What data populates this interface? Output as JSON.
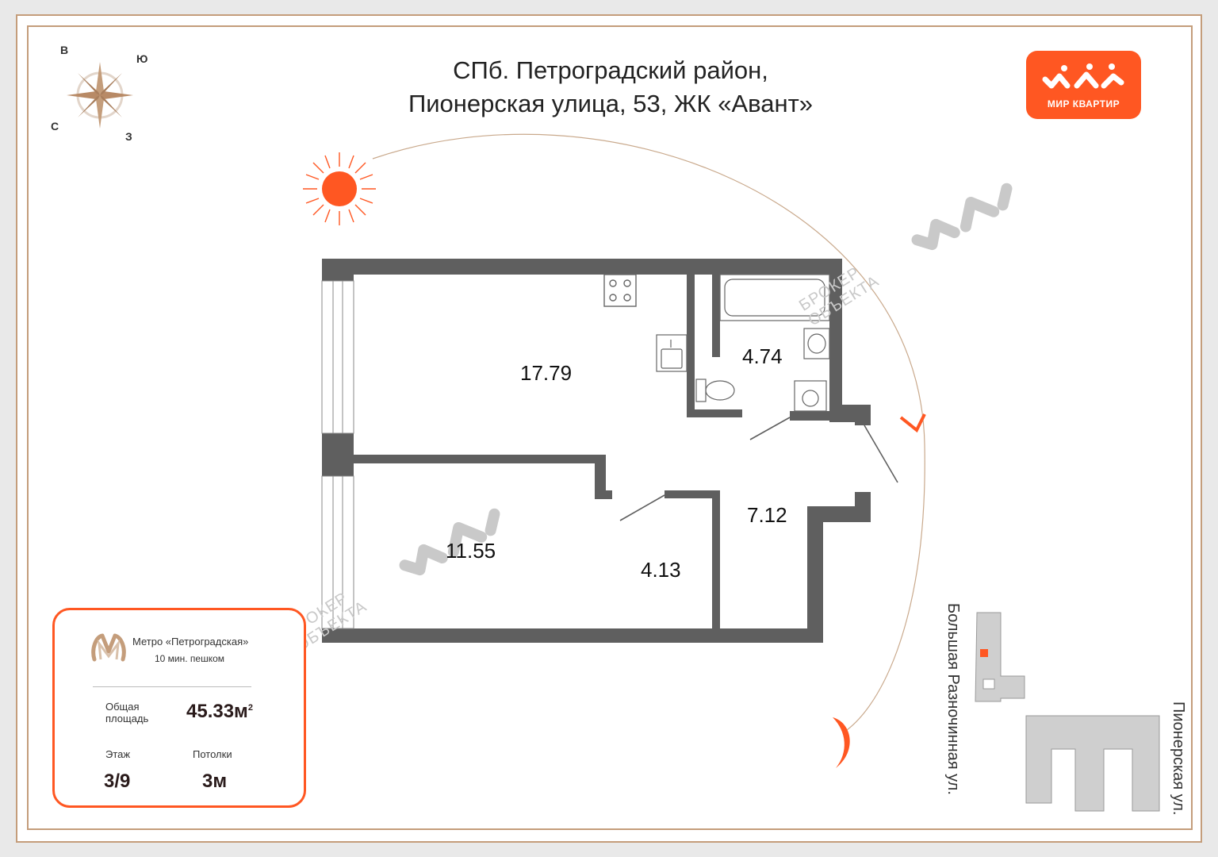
{
  "header": {
    "title_line1": "СПб. Петроградский район,",
    "title_line2": "Пионерская улица, 53, ЖК «Авант»"
  },
  "logo": {
    "caption": "МИР КВАРТИР",
    "color": "#ff5722"
  },
  "compass": {
    "north_label": "В",
    "east_label": "Ю",
    "south_label": "З",
    "west_label": "С"
  },
  "plan": {
    "rooms": [
      {
        "area": "17.79"
      },
      {
        "area": "4.74"
      },
      {
        "area": "11.55"
      },
      {
        "area": "4.13"
      },
      {
        "area": "7.12"
      }
    ]
  },
  "watermarks": {
    "broker_line1": "БРОКЕР",
    "broker_line2": "ОБЪЕКТА"
  },
  "location_map": {
    "street1": "Большая Разночинная ул.",
    "street2": "Пионерская ул."
  },
  "info": {
    "metro_name": "Метро «Петроградская»",
    "metro_walk": "10 мин. пешком",
    "area_label_line1": "Общая",
    "area_label_line2": "площадь",
    "area_value": "45.33м",
    "area_unit_sup": "2",
    "floor_label": "Этаж",
    "floor_value": "3/9",
    "ceiling_label": "Потолки",
    "ceiling_value": "3м"
  },
  "colors": {
    "accent": "#ff5722",
    "wall": "#5f5f5f",
    "frame": "#c49d7b"
  }
}
